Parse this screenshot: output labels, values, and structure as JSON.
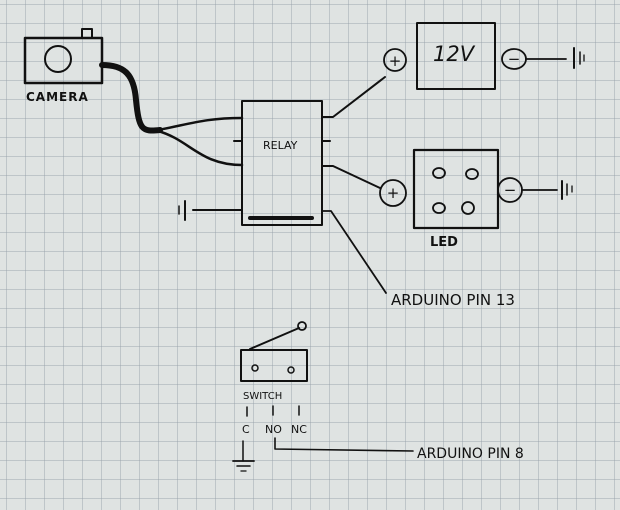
{
  "diagram": {
    "title": "Camera trigger circuit sketch",
    "paper": "graph-paper",
    "components": {
      "camera": {
        "label": "CAMERA"
      },
      "relay": {
        "label": "RELAY"
      },
      "power": {
        "label": "12V",
        "plus": "+",
        "minus": "−"
      },
      "led": {
        "label": "LED",
        "plus": "+",
        "minus": "−"
      },
      "switch": {
        "label": "SWITCH",
        "pins": [
          "C",
          "NO",
          "NC"
        ]
      }
    },
    "connections": {
      "relay_pin": "ARDUINO PIN 13",
      "switch_pin": "ARDUINO PIN 8"
    },
    "colors": {
      "ink": "#111111",
      "paper": "#dfe3e2",
      "grid": "#96a0aa"
    }
  }
}
